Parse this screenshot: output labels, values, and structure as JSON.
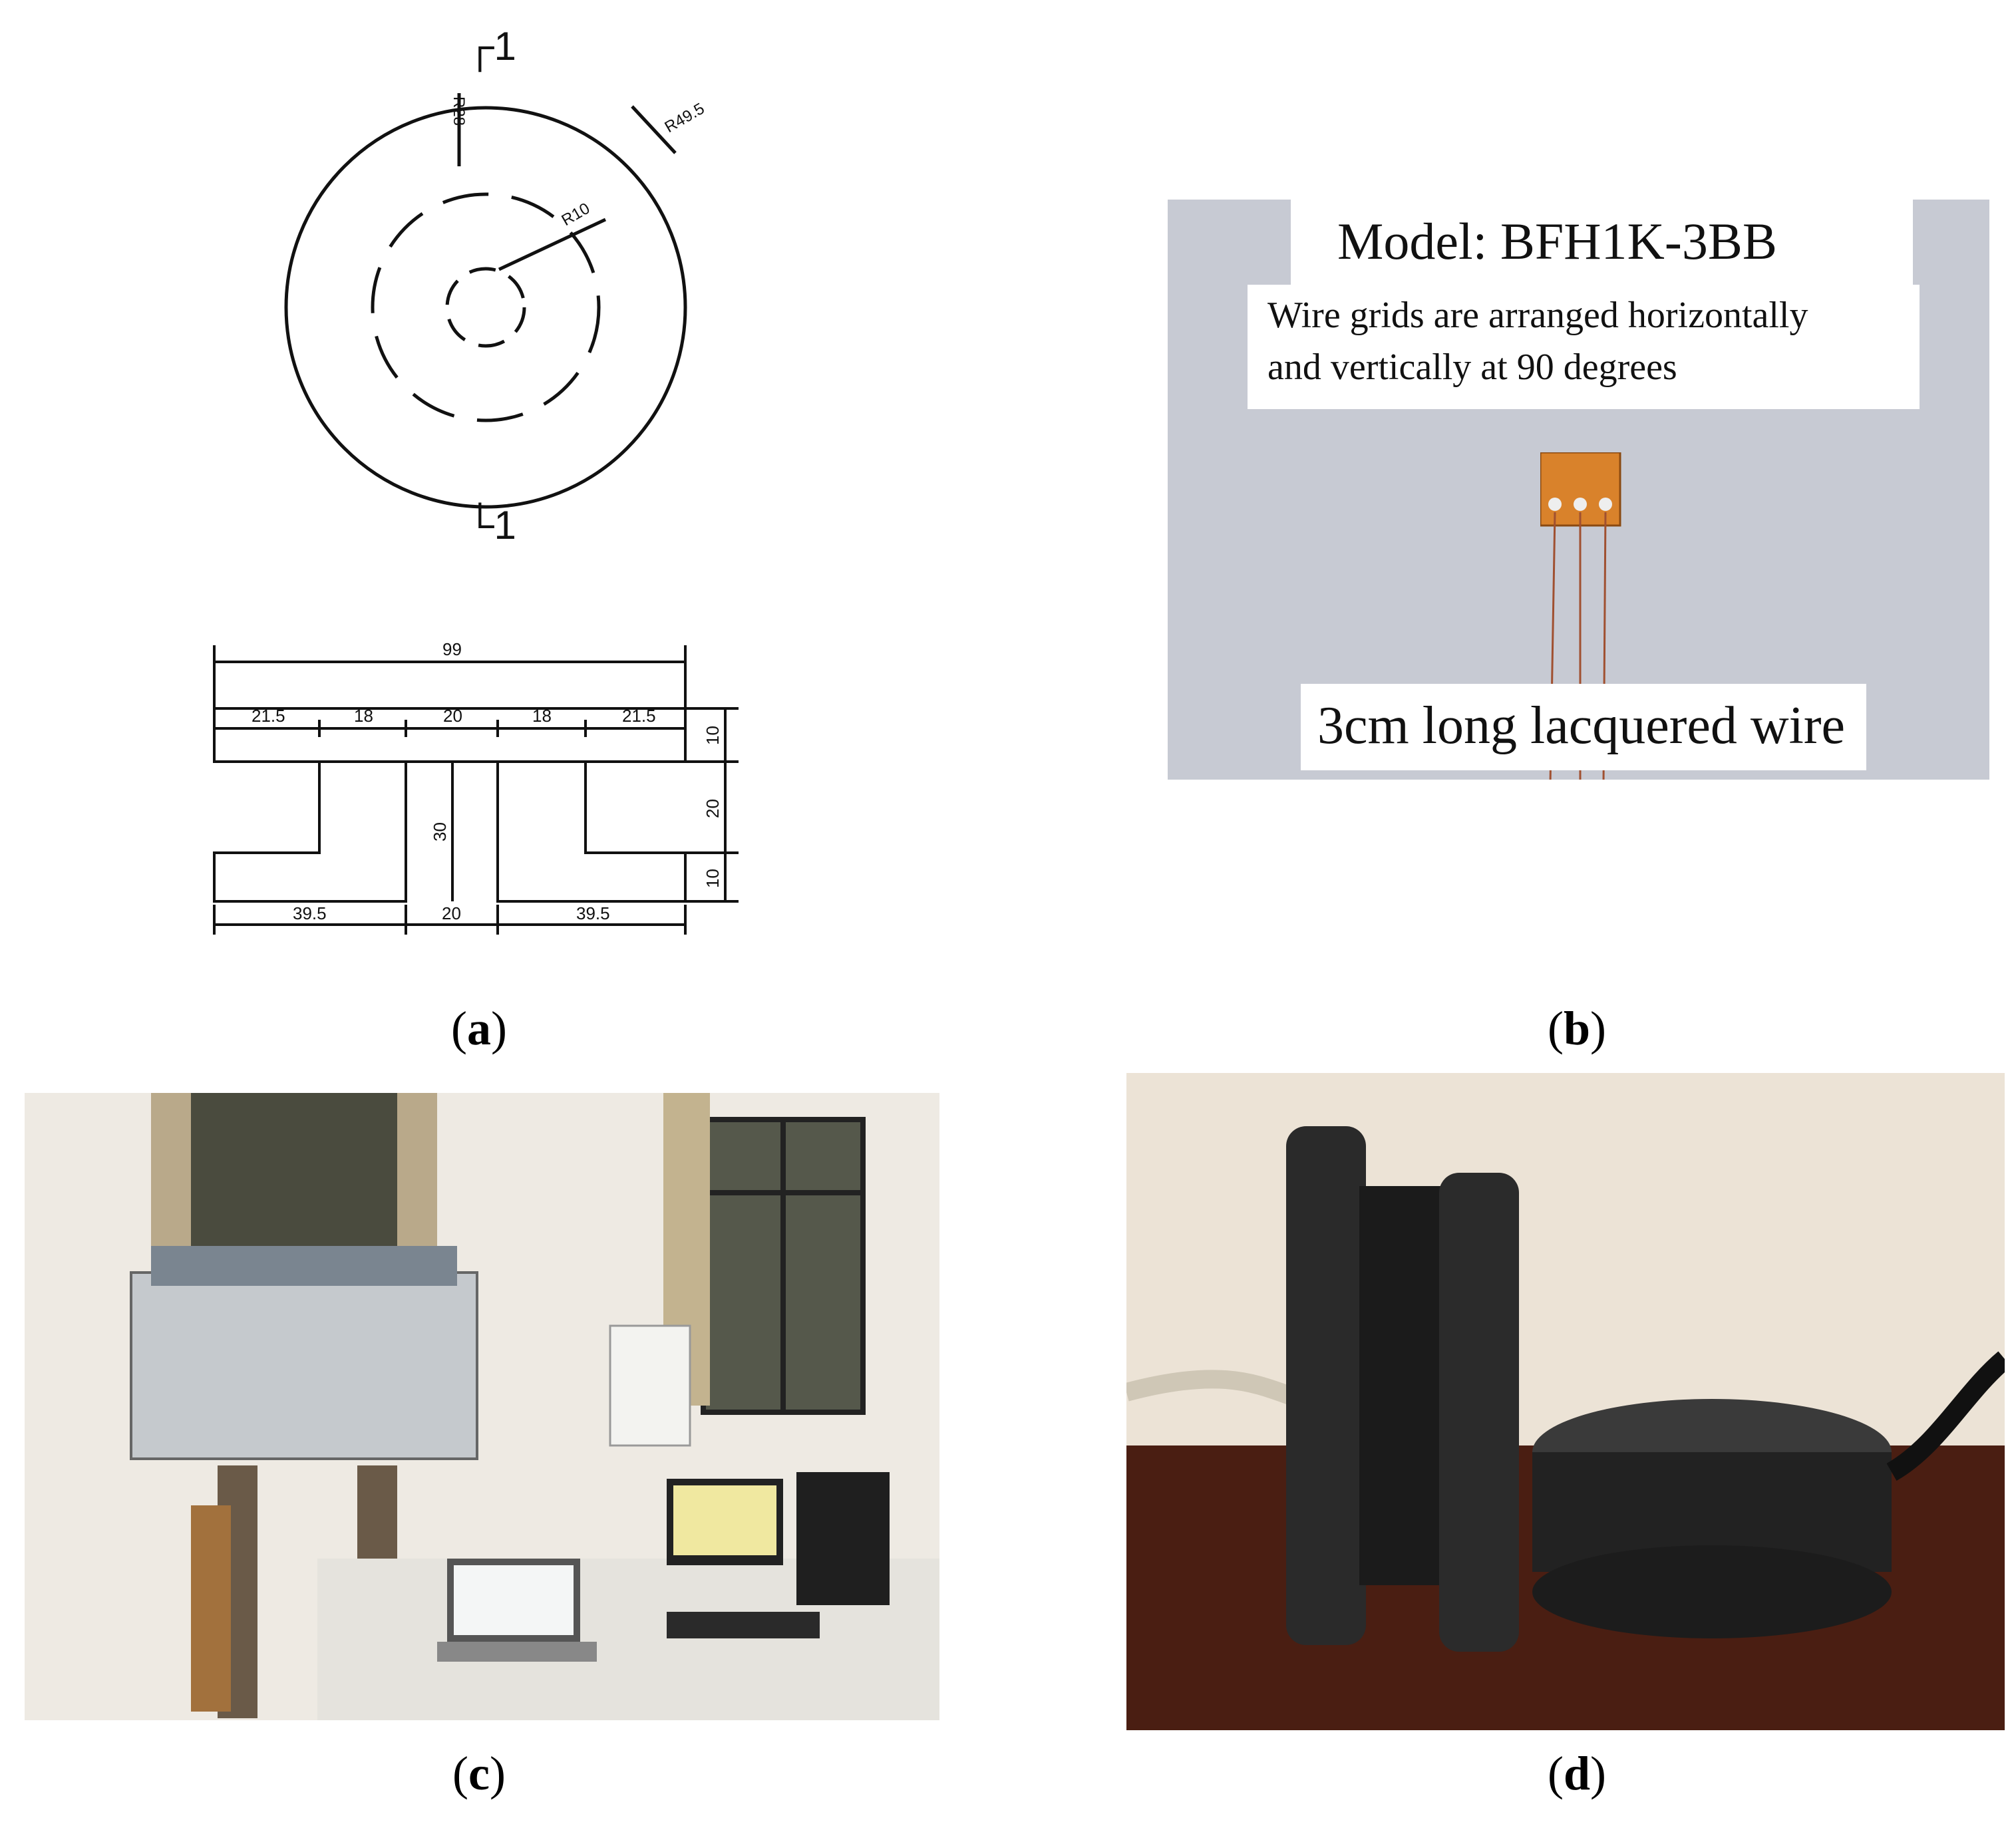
{
  "panel_a": {
    "section_mark_top": "┌1",
    "section_mark_bottom": "└1",
    "radius_outer": "R49.5",
    "radius_mid": "R28",
    "radius_inner": "R10",
    "dim_total_width": "99",
    "dim_top": [
      "21.5",
      "18",
      "20",
      "18",
      "21.5"
    ],
    "dim_bottom": [
      "39.5",
      "20",
      "39.5"
    ],
    "dim_right": [
      "10",
      "20",
      "10"
    ],
    "dim_slot": "30",
    "caption_letter": "a"
  },
  "panel_b": {
    "model": "Model: BFH1K-3BB",
    "description_line1": "Wire grids are arranged horizontally",
    "description_line2": "and vertically at 90 degrees",
    "wire_label": "3cm long lacquered wire",
    "caption_letter": "b"
  },
  "panel_c": {
    "caption_letter": "c"
  },
  "panel_d": {
    "caption_letter": "d"
  },
  "colors": {
    "drawing_line": "#111111",
    "gauge_orange": "#d9822b",
    "photo_b_bg": "#c7cad3",
    "steel_dark": "#222222"
  }
}
